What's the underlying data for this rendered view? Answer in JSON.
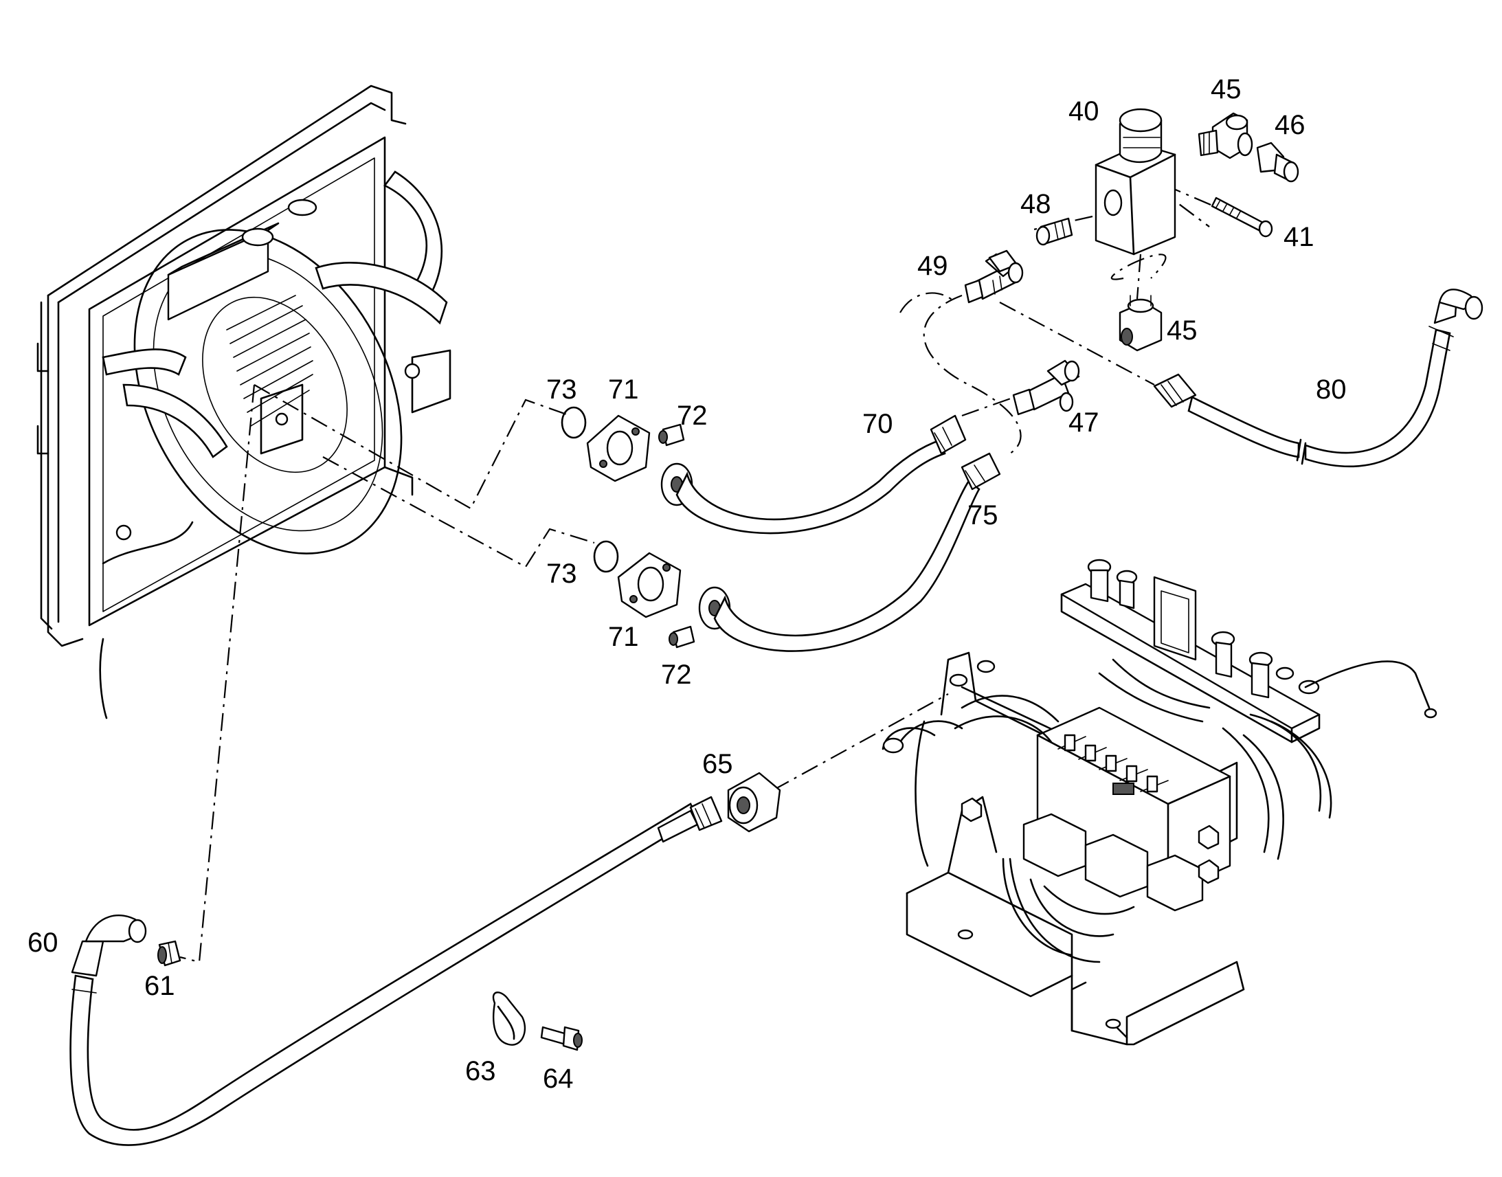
{
  "callouts": {
    "c40": "40",
    "c41": "41",
    "c45a": "45",
    "c45b": "45",
    "c46": "46",
    "c47": "47",
    "c48": "48",
    "c49": "49",
    "c60": "60",
    "c61": "61",
    "c63": "63",
    "c64": "64",
    "c65": "65",
    "c70": "70",
    "c71a": "71",
    "c71b": "71",
    "c72a": "72",
    "c72b": "72",
    "c73a": "73",
    "c73b": "73",
    "c75": "75",
    "c80": "80"
  }
}
